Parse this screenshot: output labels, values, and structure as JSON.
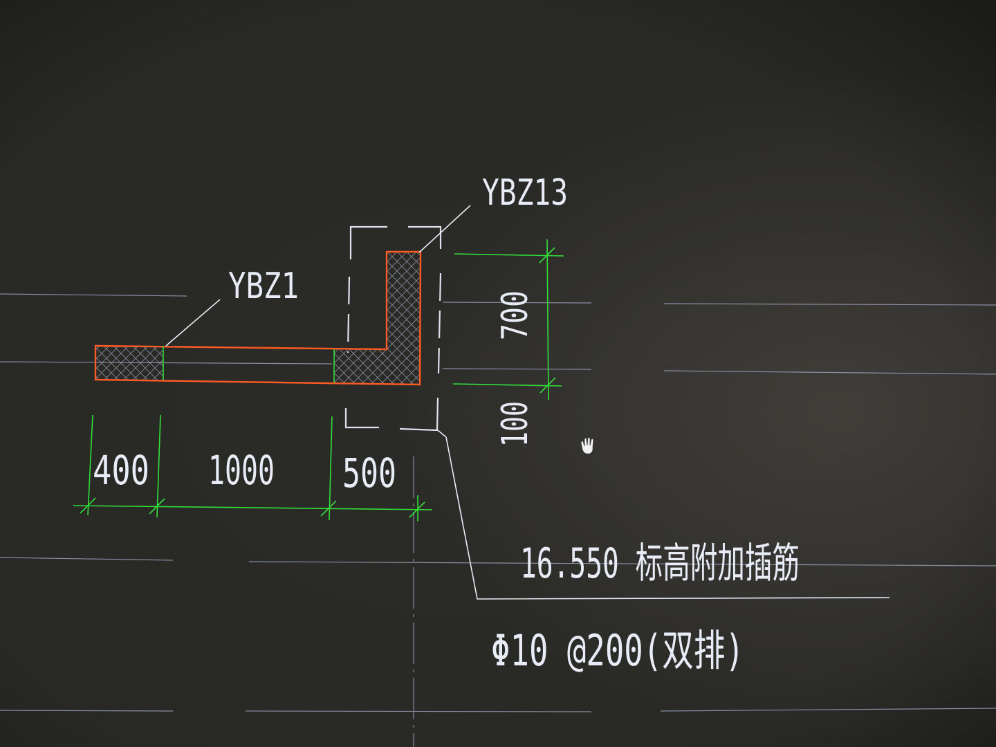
{
  "labels": {
    "wall_a": "YBZ1",
    "wall_b": "YBZ13",
    "note_line1": "16.550 标高附加插筋",
    "note_line2": "Φ10 @200(双排)"
  },
  "dimensions": {
    "h1": "400",
    "h2": "1000",
    "h3": "500",
    "v1": "700",
    "v2": "100"
  },
  "colors": {
    "background": "#2a2a27",
    "outline": "#ff5a24",
    "dimension": "#32e03a",
    "text": "#e8ecf6",
    "gridline": "#a9aecb"
  }
}
